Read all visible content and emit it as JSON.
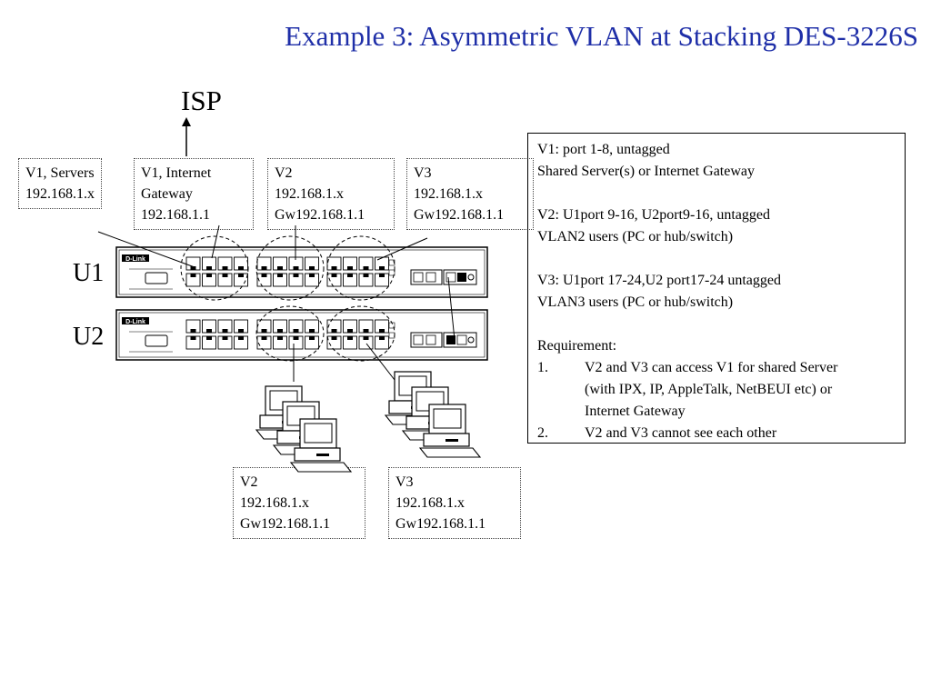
{
  "title": "Example 3: Asymmetric VLAN at Stacking DES-3226S",
  "isp_label": "ISP",
  "units": {
    "u1": "U1",
    "u2": "U2"
  },
  "top_boxes": [
    {
      "lines": [
        "V1, Servers",
        "192.168.1.x"
      ]
    },
    {
      "lines": [
        "V1, Internet",
        "Gateway",
        "192.168.1.1"
      ]
    },
    {
      "lines": [
        "V2",
        "192.168.1.x",
        "Gw192.168.1.1"
      ]
    },
    {
      "lines": [
        "V3",
        "192.168.1.x",
        "Gw192.168.1.1"
      ]
    }
  ],
  "bottom_boxes": [
    {
      "lines": [
        "V2",
        "192.168.1.x",
        "Gw192.168.1.1"
      ]
    },
    {
      "lines": [
        "V3",
        "192.168.1.x",
        "Gw192.168.1.1"
      ]
    }
  ],
  "switch": {
    "brand": "D-Link"
  },
  "notes": {
    "v1_line1": "V1: port 1-8, untagged",
    "v1_line2": "Shared Server(s) or Internet Gateway",
    "v2_line1": "V2: U1port 9-16, U2port9-16, untagged",
    "v2_line2": "VLAN2 users (PC or hub/switch)",
    "v3_line1": "V3: U1port 17-24,U2 port17-24 untagged",
    "v3_line2": "VLAN3 users (PC or hub/switch)",
    "req_heading": "Requirement:",
    "req_items": [
      {
        "num": "1.",
        "lines": [
          "V2 and V3 can access V1 for shared Server",
          "(with IPX, IP, AppleTalk, NetBEUI etc) or",
          "Internet Gateway"
        ]
      },
      {
        "num": "2.",
        "lines": [
          "V2 and V3 cannot see each other"
        ]
      }
    ]
  }
}
